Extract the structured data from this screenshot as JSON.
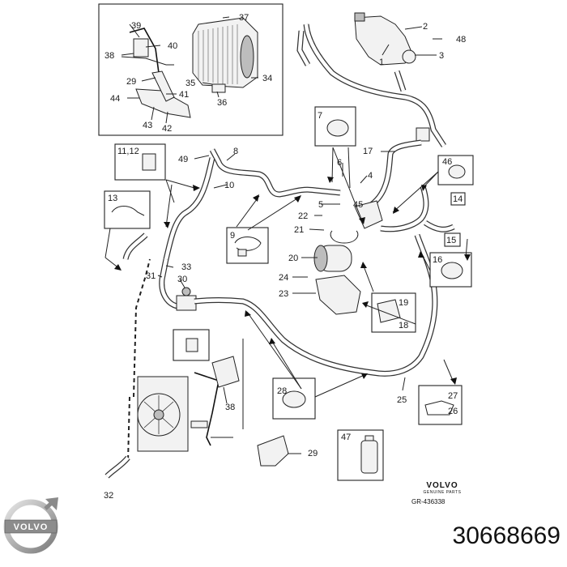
{
  "diagram": {
    "part_labels": [
      "1",
      "2",
      "3",
      "4",
      "5",
      "6",
      "7",
      "8",
      "9",
      "10",
      "11,12",
      "13",
      "14",
      "15",
      "16",
      "17",
      "18",
      "19",
      "20",
      "21",
      "22",
      "23",
      "24",
      "25",
      "26",
      "27",
      "28",
      "29",
      "30",
      "31",
      "32",
      "33",
      "34",
      "35",
      "36",
      "37",
      "38",
      "39",
      "40",
      "41",
      "42",
      "43",
      "44",
      "45",
      "46",
      "47",
      "48",
      "49"
    ],
    "second_38_label": "38",
    "second_29_label": "29"
  },
  "footer": {
    "brand": "VOLVO",
    "brand_subtitle": "GENUINE PARTS",
    "reference": "GR-436338",
    "part_number": "30668669"
  },
  "logo": {
    "text": "VOLVO"
  }
}
